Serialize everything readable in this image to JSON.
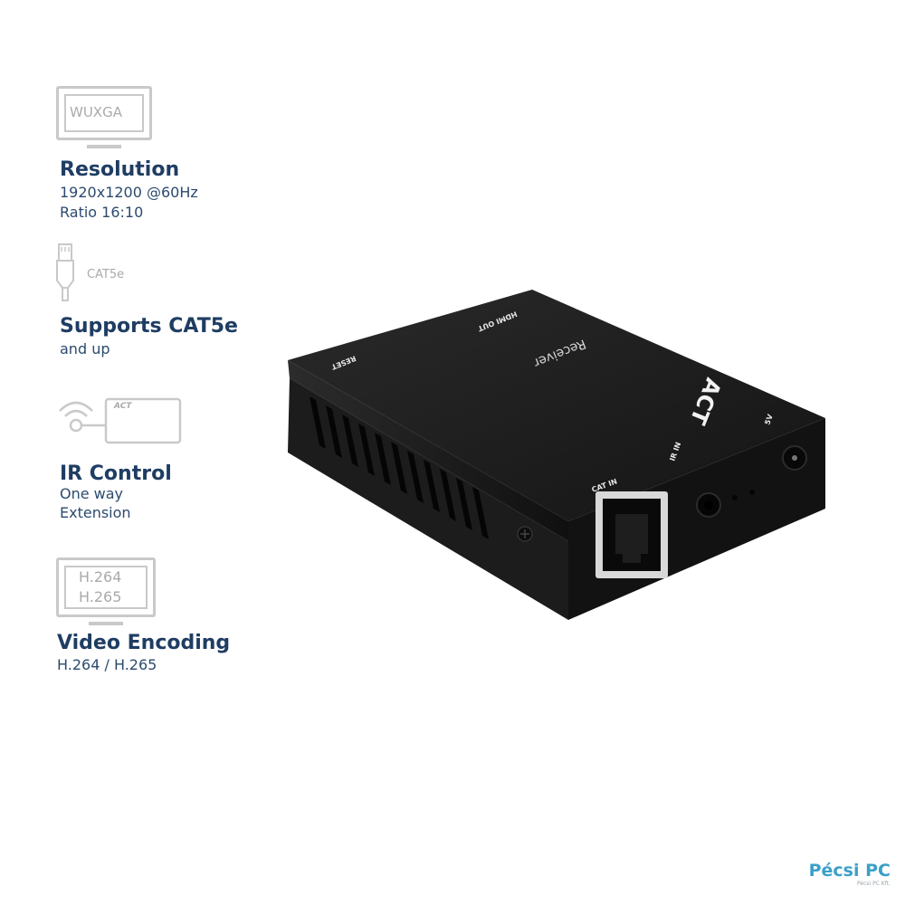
{
  "features": [
    {
      "icon_name": "monitor-icon",
      "icon_text": "WUXGA",
      "title": "Resolution",
      "lines": [
        "1920x1200 @60Hz",
        "Ratio 16:10"
      ]
    },
    {
      "icon_name": "ethernet-cable-icon",
      "icon_text": "CAT5e",
      "title": "Supports CAT5e",
      "lines": [
        "and up"
      ]
    },
    {
      "icon_name": "ir-remote-icon",
      "icon_text": "ACT",
      "title": "IR Control",
      "lines": [
        "One way",
        "Extension"
      ]
    },
    {
      "icon_name": "monitor-icon",
      "icon_text_lines": [
        "H.264",
        "H.265"
      ],
      "title": "Video Encoding",
      "lines": [
        "H.264 / H.265"
      ]
    }
  ],
  "device": {
    "brand": "ACT",
    "model_label": "Receiver",
    "port_labels": {
      "hdmi_out": "HDMI OUT",
      "reset": "RESET",
      "cat_in": "CAT IN",
      "ir_in": "IR IN",
      "power": "5V"
    }
  },
  "watermark": {
    "brand": "Pécsi PC",
    "small": "Pécsi PC Kft."
  },
  "colors": {
    "title": "#1f3d63",
    "icon_gray": "#c8c9c9",
    "device_body": "#1b1b1b",
    "watermark": "#3aa0c8"
  }
}
